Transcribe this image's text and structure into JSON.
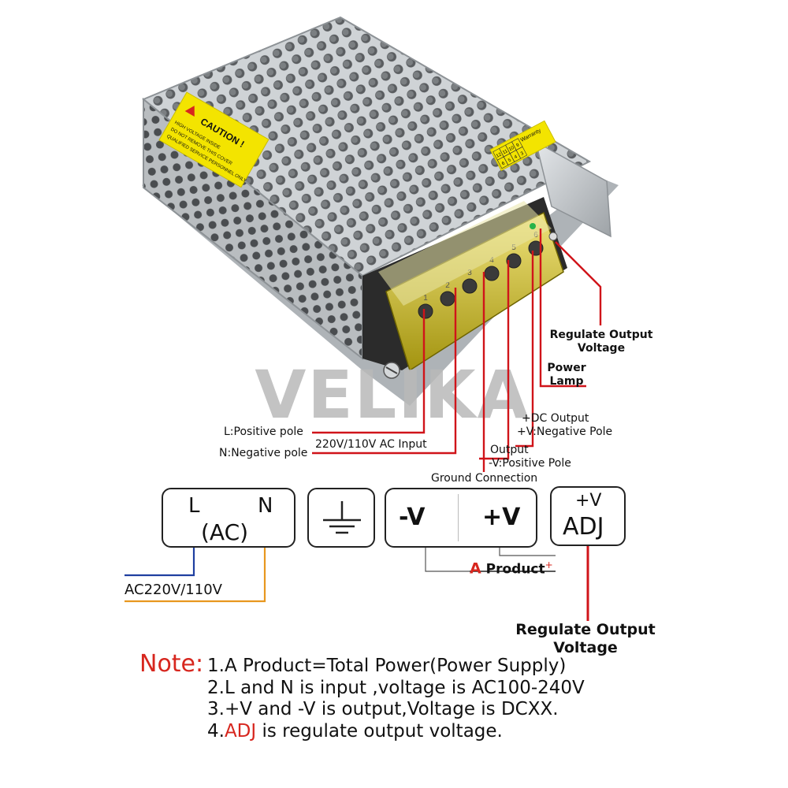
{
  "colors": {
    "red_wire": "#d0141a",
    "blue_wire": "#1f3fa0",
    "orange_wire": "#e8971f",
    "accent_red": "#d7261e",
    "caution_yellow": "#f3e400",
    "metal": "#c8ccd0",
    "terminal_yellow": "#d9c400",
    "watermark": "#b9b9b9"
  },
  "product": {
    "caution_label": "CAUTION !",
    "caution_text_1": "HIGH VOLTAGE INSIDE",
    "caution_text_2": "DO NOT REMOVE THIS COVER",
    "caution_text_3": "QUALIFIED SERVICE PERSONNEL ONLY",
    "warranty_label": "Warranty",
    "warranty_months": [
      "12",
      "11",
      "10",
      "9",
      "6",
      "5",
      "4",
      "3"
    ],
    "terminal_numbers": [
      "1",
      "2",
      "3",
      "4",
      "5",
      "6"
    ]
  },
  "watermark": "VELIKA",
  "labels": {
    "regulate_output_voltage_top": "Regulate Output\nVoltage",
    "power_lamp": "Power\nLamp",
    "dc_output": "+DC Output",
    "v_negative_pole": "+V:Negative Pole",
    "output": "Output",
    "v_positive_pole": "-V:Positive Pole",
    "ground_connection": "Ground Connection",
    "l_positive_pole": "L:Positive pole",
    "n_negative_pole": "N:Negative pole",
    "ac_input": "220V/110V AC Input"
  },
  "schematic": {
    "ac_box": {
      "l": "L",
      "n": "N",
      "ac": "(AC)"
    },
    "ground_icon": "ground-icon",
    "output_box": {
      "neg": "-V",
      "pos": "+V"
    },
    "adj_box": {
      "top": "+V",
      "bottom": "ADJ"
    },
    "a_product_prefix": "A",
    "a_product_text": "Product",
    "a_product_sup": "+",
    "ac_supply": "AC220V/110V",
    "regulate_output_voltage": "Regulate Output\nVoltage"
  },
  "notes": {
    "head": "Note:",
    "line1": "1.A Product=Total Power(Power Supply)",
    "line2": "2.L and N is input ,voltage is AC100-240V",
    "line3": "3.+V and  -V is output,Voltage is DCXX.",
    "line4_prefix": "4.",
    "line4_adj": "ADJ",
    "line4_rest": " is regulate output voltage."
  }
}
